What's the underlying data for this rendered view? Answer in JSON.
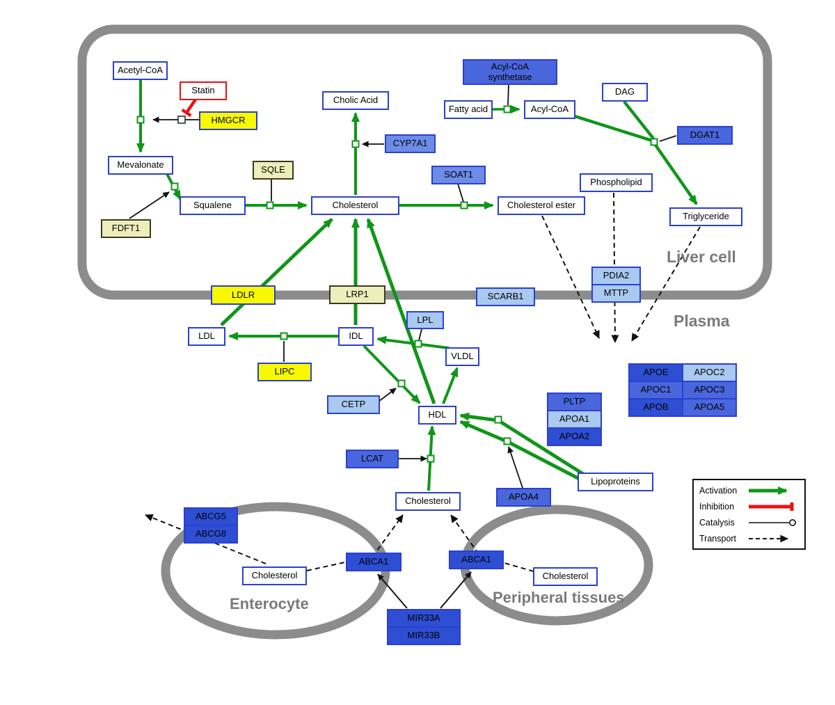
{
  "compartments": {
    "liver_cell": "Liver cell",
    "plasma": "Plasma",
    "enterocyte": "Enterocyte",
    "peripheral_tissues": "Peripheral tissues"
  },
  "nodes": {
    "acetyl_coa": "Acetyl-CoA",
    "statin": "Statin",
    "hmgcr": "HMGCR",
    "mevalonate": "Mevalonate",
    "sqle": "SQLE",
    "fdft1": "FDFT1",
    "squalene": "Squalene",
    "cholesterol_liver": "Cholesterol",
    "cholic_acid": "Cholic Acid",
    "cyp7a1": "CYP7A1",
    "soat1": "SOAT1",
    "cholesterol_ester": "Cholesterol ester",
    "acyl_coa_synthetase": "Acyl-CoA synthetase",
    "fatty_acid": "Fatty acid",
    "acyl_coa": "Acyl-CoA",
    "dag": "DAG",
    "dgat1": "DGAT1",
    "phospholipid": "Phospholipid",
    "triglyceride": "Triglyceride",
    "ldlr": "LDLR",
    "lrp1": "LRP1",
    "scarb1": "SCARB1",
    "pdia2": "PDIA2",
    "mttp": "MTTP",
    "ldl": "LDL",
    "idl": "IDL",
    "lpl": "LPL",
    "vldl": "VLDL",
    "lipc": "LIPC",
    "cetp": "CETP",
    "hdl": "HDL",
    "lcat": "LCAT",
    "pltp": "PLTP",
    "apoa1": "APOA1",
    "apoa2": "APOA2",
    "apoa4": "APOA4",
    "lipoproteins": "Lipoproteins",
    "apoe": "APOE",
    "apoc2": "APOC2",
    "apoc1": "APOC1",
    "apoc3": "APOC3",
    "apob": "APOB",
    "apoa5": "APOA5",
    "cholesterol_plasma": "Cholesterol",
    "abcg5": "ABCG5",
    "abcg8": "ABCG8",
    "cholesterol_enterocyte": "Cholesterol",
    "abca1_enterocyte": "ABCA1",
    "abca1_peripheral": "ABCA1",
    "cholesterol_peripheral": "Cholesterol",
    "mir33a": "MIR33A",
    "mir33b": "MIR33B"
  },
  "legend": {
    "activation": "Activation",
    "inhibition": "Inhibition",
    "catalysis": "Catalysis",
    "transport": "Transport"
  },
  "colors": {
    "activation-green": "#0f9618",
    "inhibition-red": "#ee1111",
    "membrane-gray": "#8c8c8c",
    "node-border-blue": "#2b3fd1",
    "gene-yellow": "#f8f800",
    "gene-pale-yellow": "#eeeebb",
    "gene-blue": "#4a66dd",
    "gene-light-blue": "#a9c9f0",
    "gene-dark-blue": "#2e4ed3"
  }
}
